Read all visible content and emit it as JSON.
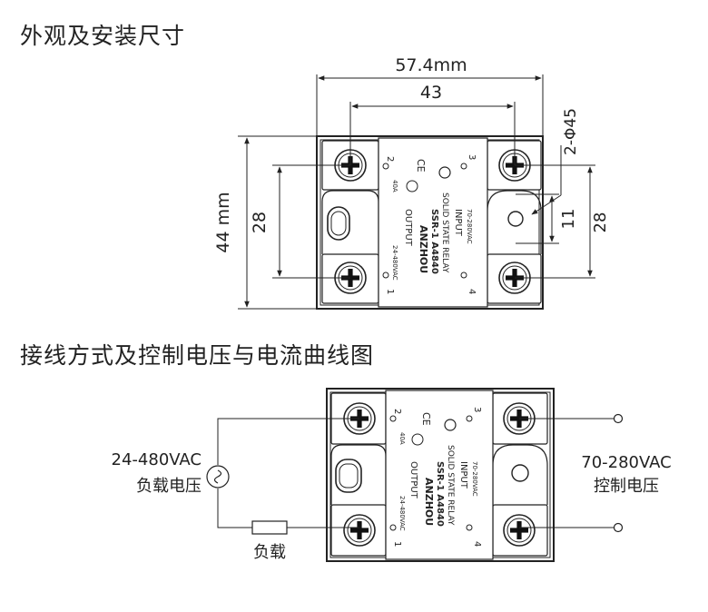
{
  "section1": {
    "title": "外观及安装尺寸"
  },
  "section2": {
    "title": "接线方式及控制电压与电流曲线图"
  },
  "dims": {
    "overall_width": "57.4mm",
    "hole_spacing": "43",
    "height": "44 mm",
    "terminal_spacing": "28",
    "mount_hole": "2-Φ45",
    "hole_height": "11",
    "right_spacing": "28"
  },
  "relay": {
    "brand": "ANZHOU",
    "model": "SSR-1 A4840",
    "type": "SOLID STATE RELAY",
    "output_label": "OUTPUT",
    "output_voltage": "24-480VAC",
    "current": "40A",
    "input_label": "INPUT",
    "input_voltage": "70-280VAC",
    "pin1": "1",
    "pin2": "2",
    "pin3": "3",
    "pin4": "4",
    "ce": "CE"
  },
  "wiring": {
    "load_voltage": "24-480VAC",
    "load_voltage_label": "负载电压",
    "control_voltage": "70-280VAC",
    "control_voltage_label": "控制电压",
    "load_label": "负载"
  }
}
